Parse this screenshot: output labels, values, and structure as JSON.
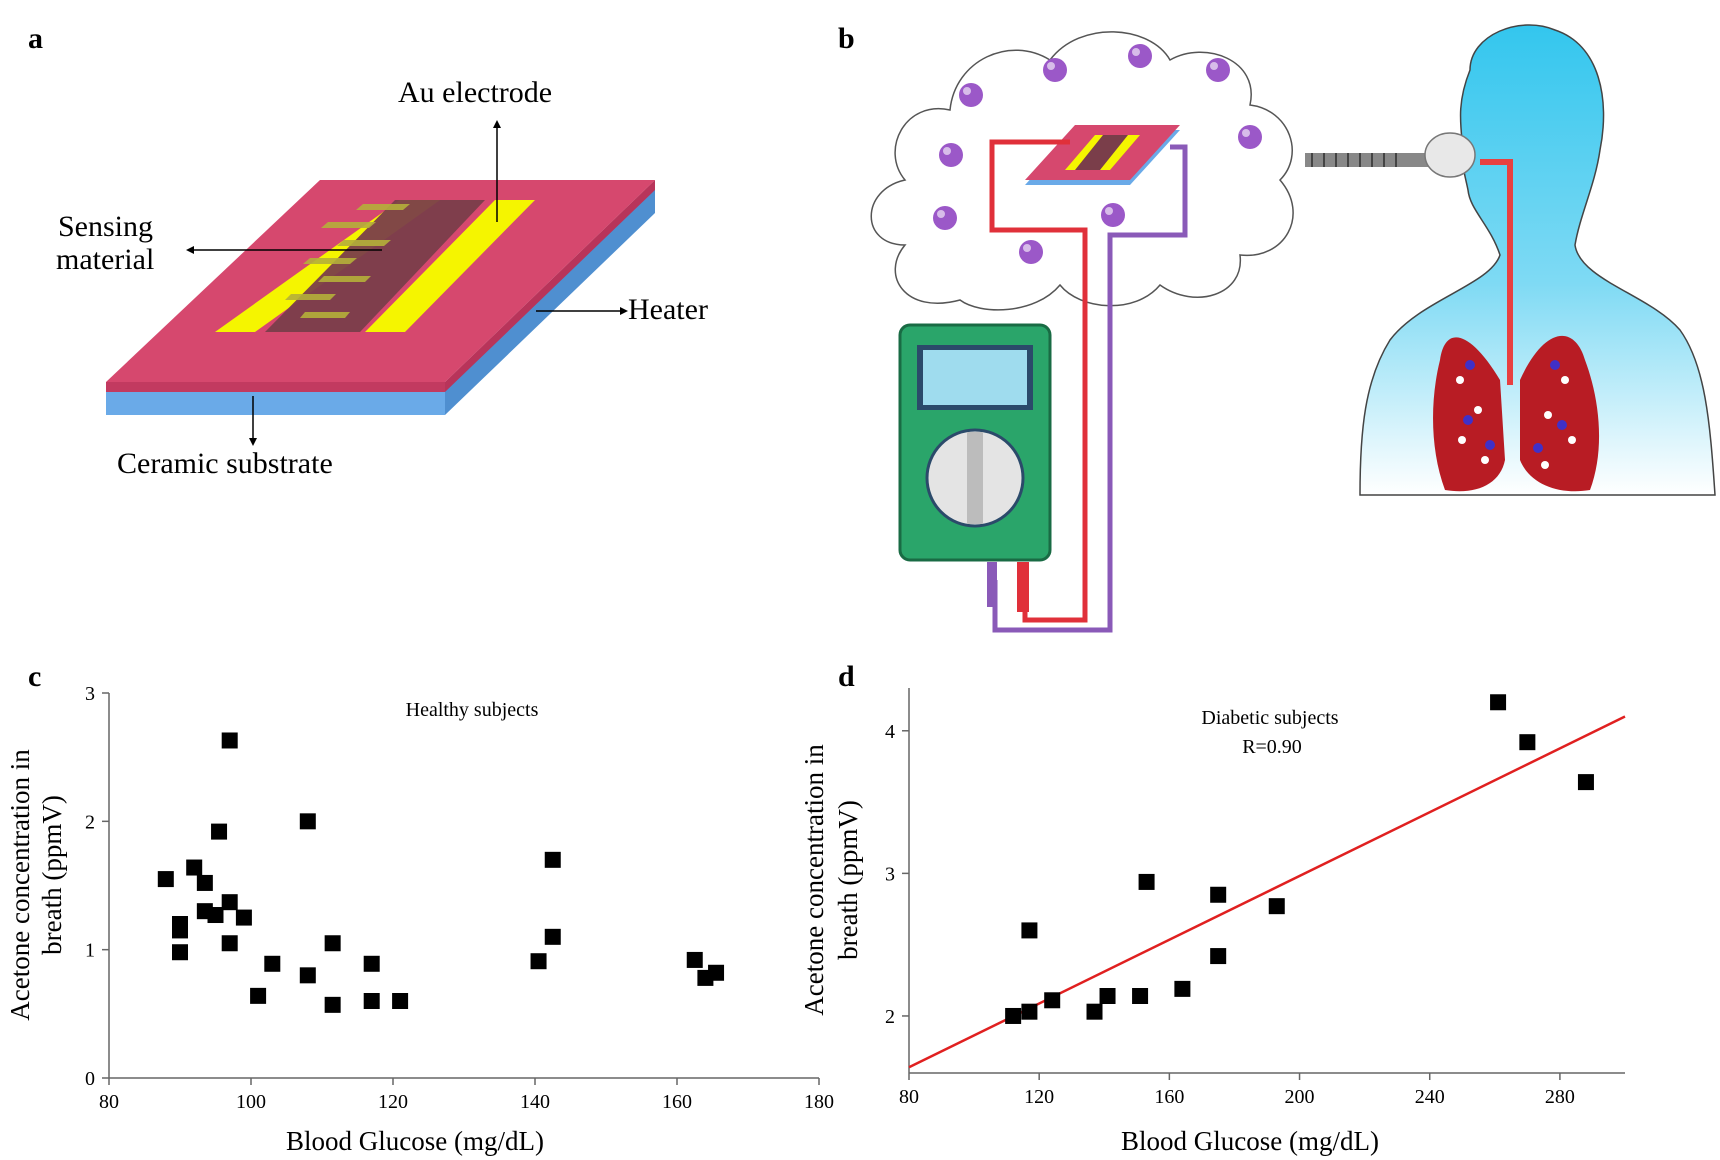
{
  "panels": {
    "a": {
      "letter": "a",
      "labels": {
        "au_electrode": "Au electrode",
        "sensing_line1": "Sensing",
        "sensing_line2": "material",
        "heater": "Heater",
        "ceramic_substrate": "Ceramic substrate"
      }
    },
    "b": {
      "letter": "b"
    },
    "c": {
      "letter": "c"
    },
    "d": {
      "letter": "d"
    }
  },
  "colors": {
    "substrate_top": "#d6486e",
    "heater_layer": "#6aaae8",
    "electrode": "#f5f500",
    "sensing": "#7a3e4a",
    "fit_line": "#e02020",
    "multimeter": "#2aa56a",
    "person": "#33c6ee",
    "lungs": "#b81c24",
    "molecule": "#9b58c8"
  },
  "chart_data": [
    {
      "type": "scatter",
      "title": "Healthy subjects",
      "xlabel": "Blood Glucose (mg/dL)",
      "ylabel_line1": "Acetone concentration in",
      "ylabel_line2": "breath (ppmV)",
      "xlim": [
        80,
        180
      ],
      "ylim": [
        0,
        3
      ],
      "x_ticks": [
        "80",
        "100",
        "120",
        "140",
        "160",
        "180"
      ],
      "y_ticks": [
        "0",
        "1",
        "2",
        "3"
      ],
      "points": [
        [
          88,
          1.55
        ],
        [
          90,
          1.2
        ],
        [
          90,
          1.15
        ],
        [
          90,
          0.98
        ],
        [
          92,
          1.64
        ],
        [
          93.5,
          1.52
        ],
        [
          93.5,
          1.3
        ],
        [
          95,
          1.27
        ],
        [
          95.5,
          1.92
        ],
        [
          97,
          2.63
        ],
        [
          97,
          1.37
        ],
        [
          97,
          1.05
        ],
        [
          99,
          1.25
        ],
        [
          101,
          0.64
        ],
        [
          103,
          0.89
        ],
        [
          108,
          2.0
        ],
        [
          108,
          0.8
        ],
        [
          111.5,
          1.05
        ],
        [
          111.5,
          0.57
        ],
        [
          117,
          0.89
        ],
        [
          117,
          0.6
        ],
        [
          121,
          0.6
        ],
        [
          140.5,
          0.91
        ],
        [
          142.5,
          1.7
        ],
        [
          142.5,
          1.1
        ],
        [
          162.5,
          0.92
        ],
        [
          164,
          0.78
        ],
        [
          165.5,
          0.82
        ]
      ]
    },
    {
      "type": "scatter",
      "title": "Diabetic subjects",
      "subtitle": "R=0.90",
      "xlabel": "Blood Glucose (mg/dL)",
      "ylabel_line1": "Acetone concentration in",
      "ylabel_line2": "breath (ppmV)",
      "xlim": [
        80,
        300
      ],
      "ylim": [
        1.6,
        4.3
      ],
      "x_ticks": [
        "80",
        "120",
        "160",
        "200",
        "240",
        "280"
      ],
      "y_ticks": [
        "2",
        "3",
        "4"
      ],
      "points": [
        [
          112,
          2.0
        ],
        [
          117,
          2.03
        ],
        [
          117,
          2.6
        ],
        [
          124,
          2.11
        ],
        [
          137,
          2.03
        ],
        [
          141,
          2.14
        ],
        [
          151,
          2.14
        ],
        [
          153,
          2.94
        ],
        [
          164,
          2.19
        ],
        [
          175,
          2.85
        ],
        [
          175,
          2.42
        ],
        [
          193,
          2.77
        ],
        [
          261,
          4.2
        ],
        [
          270,
          3.92
        ],
        [
          288,
          3.64
        ]
      ],
      "fit_line": [
        [
          80,
          1.64
        ],
        [
          300,
          4.1
        ]
      ]
    }
  ]
}
